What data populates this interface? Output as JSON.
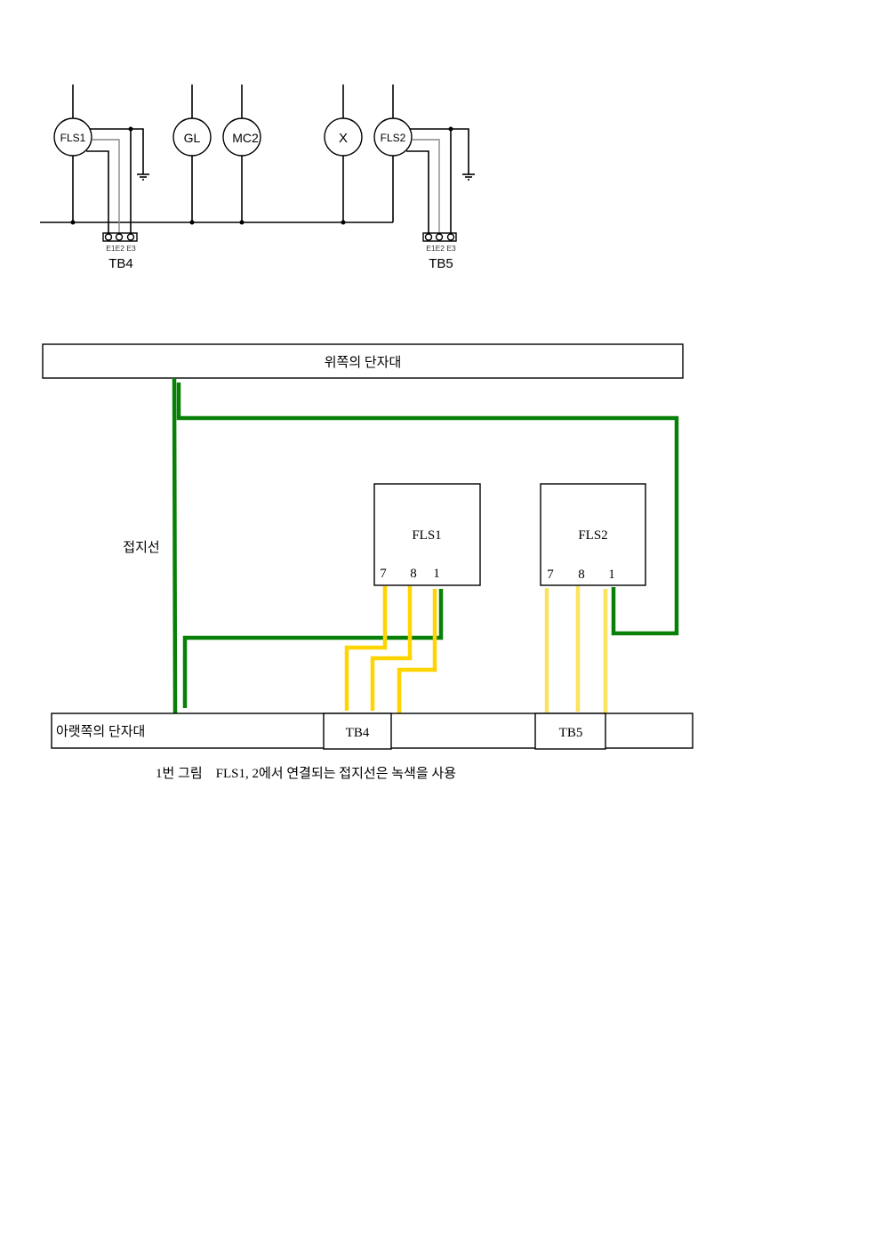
{
  "schematic": {
    "devices": [
      "FLS1",
      "GL",
      "MC2",
      "X",
      "FLS2"
    ],
    "tb4": {
      "label": "TB4",
      "terminals": "E1E2 E3"
    },
    "tb5": {
      "label": "TB5",
      "terminals": "E1E2 E3"
    }
  },
  "wiring": {
    "upper_terminal": "위쪽의   단자대",
    "lower_terminal": "아랫쪽의 단자대",
    "ground_label": "접지선",
    "fls1": {
      "label": "FLS1",
      "pins": [
        "7",
        "8",
        "1"
      ]
    },
    "fls2": {
      "label": "FLS2",
      "pins": [
        "7",
        "8",
        "1"
      ]
    },
    "tb4": "TB4",
    "tb5": "TB5",
    "colors": {
      "ground": "#088008",
      "wire_fls1": "#ffd400",
      "wire_fls2": "#fbe35e"
    }
  },
  "caption": "1번 그림    FLS1, 2에서 연결되는 접지선은 녹색을 사용"
}
